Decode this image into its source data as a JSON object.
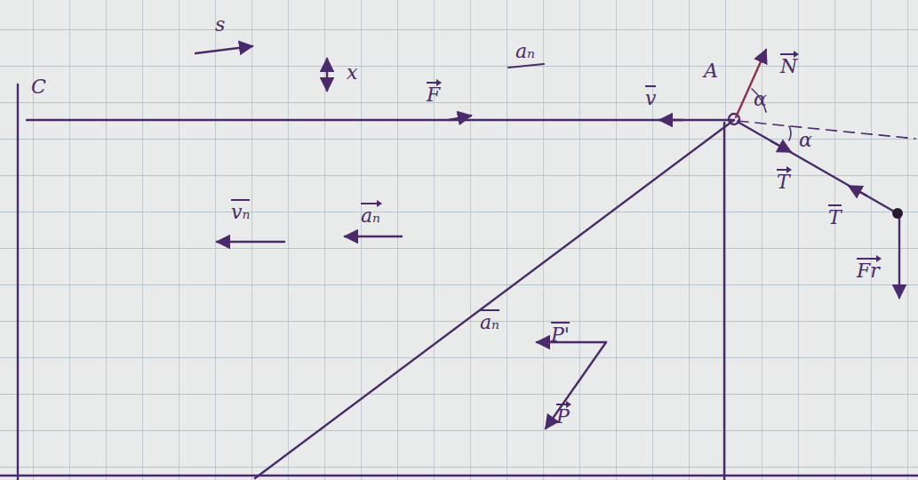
{
  "diagram": {
    "labels": [
      "C",
      "s",
      "x",
      "aₙ",
      "F",
      "v",
      "A",
      "N",
      "α",
      "α",
      "T",
      "T",
      "Fr",
      "vₙ",
      "aₙ",
      "aₙ",
      "P'",
      "P"
    ]
  }
}
